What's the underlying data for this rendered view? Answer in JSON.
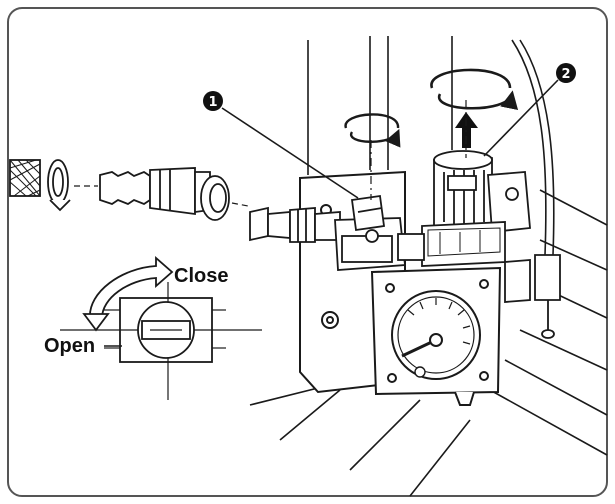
{
  "labels": {
    "close": "Close",
    "open": "Open"
  },
  "callouts": [
    {
      "number": "1",
      "glyph": "❶"
    },
    {
      "number": "2",
      "glyph": "❷"
    }
  ],
  "colors": {
    "line": "#1a1a1a",
    "frame": "#555555",
    "background": "#ffffff",
    "callout_fill": "#111111"
  },
  "icons": [
    "rotate-arrow-icon",
    "up-arrow-icon",
    "callout-icon"
  ]
}
